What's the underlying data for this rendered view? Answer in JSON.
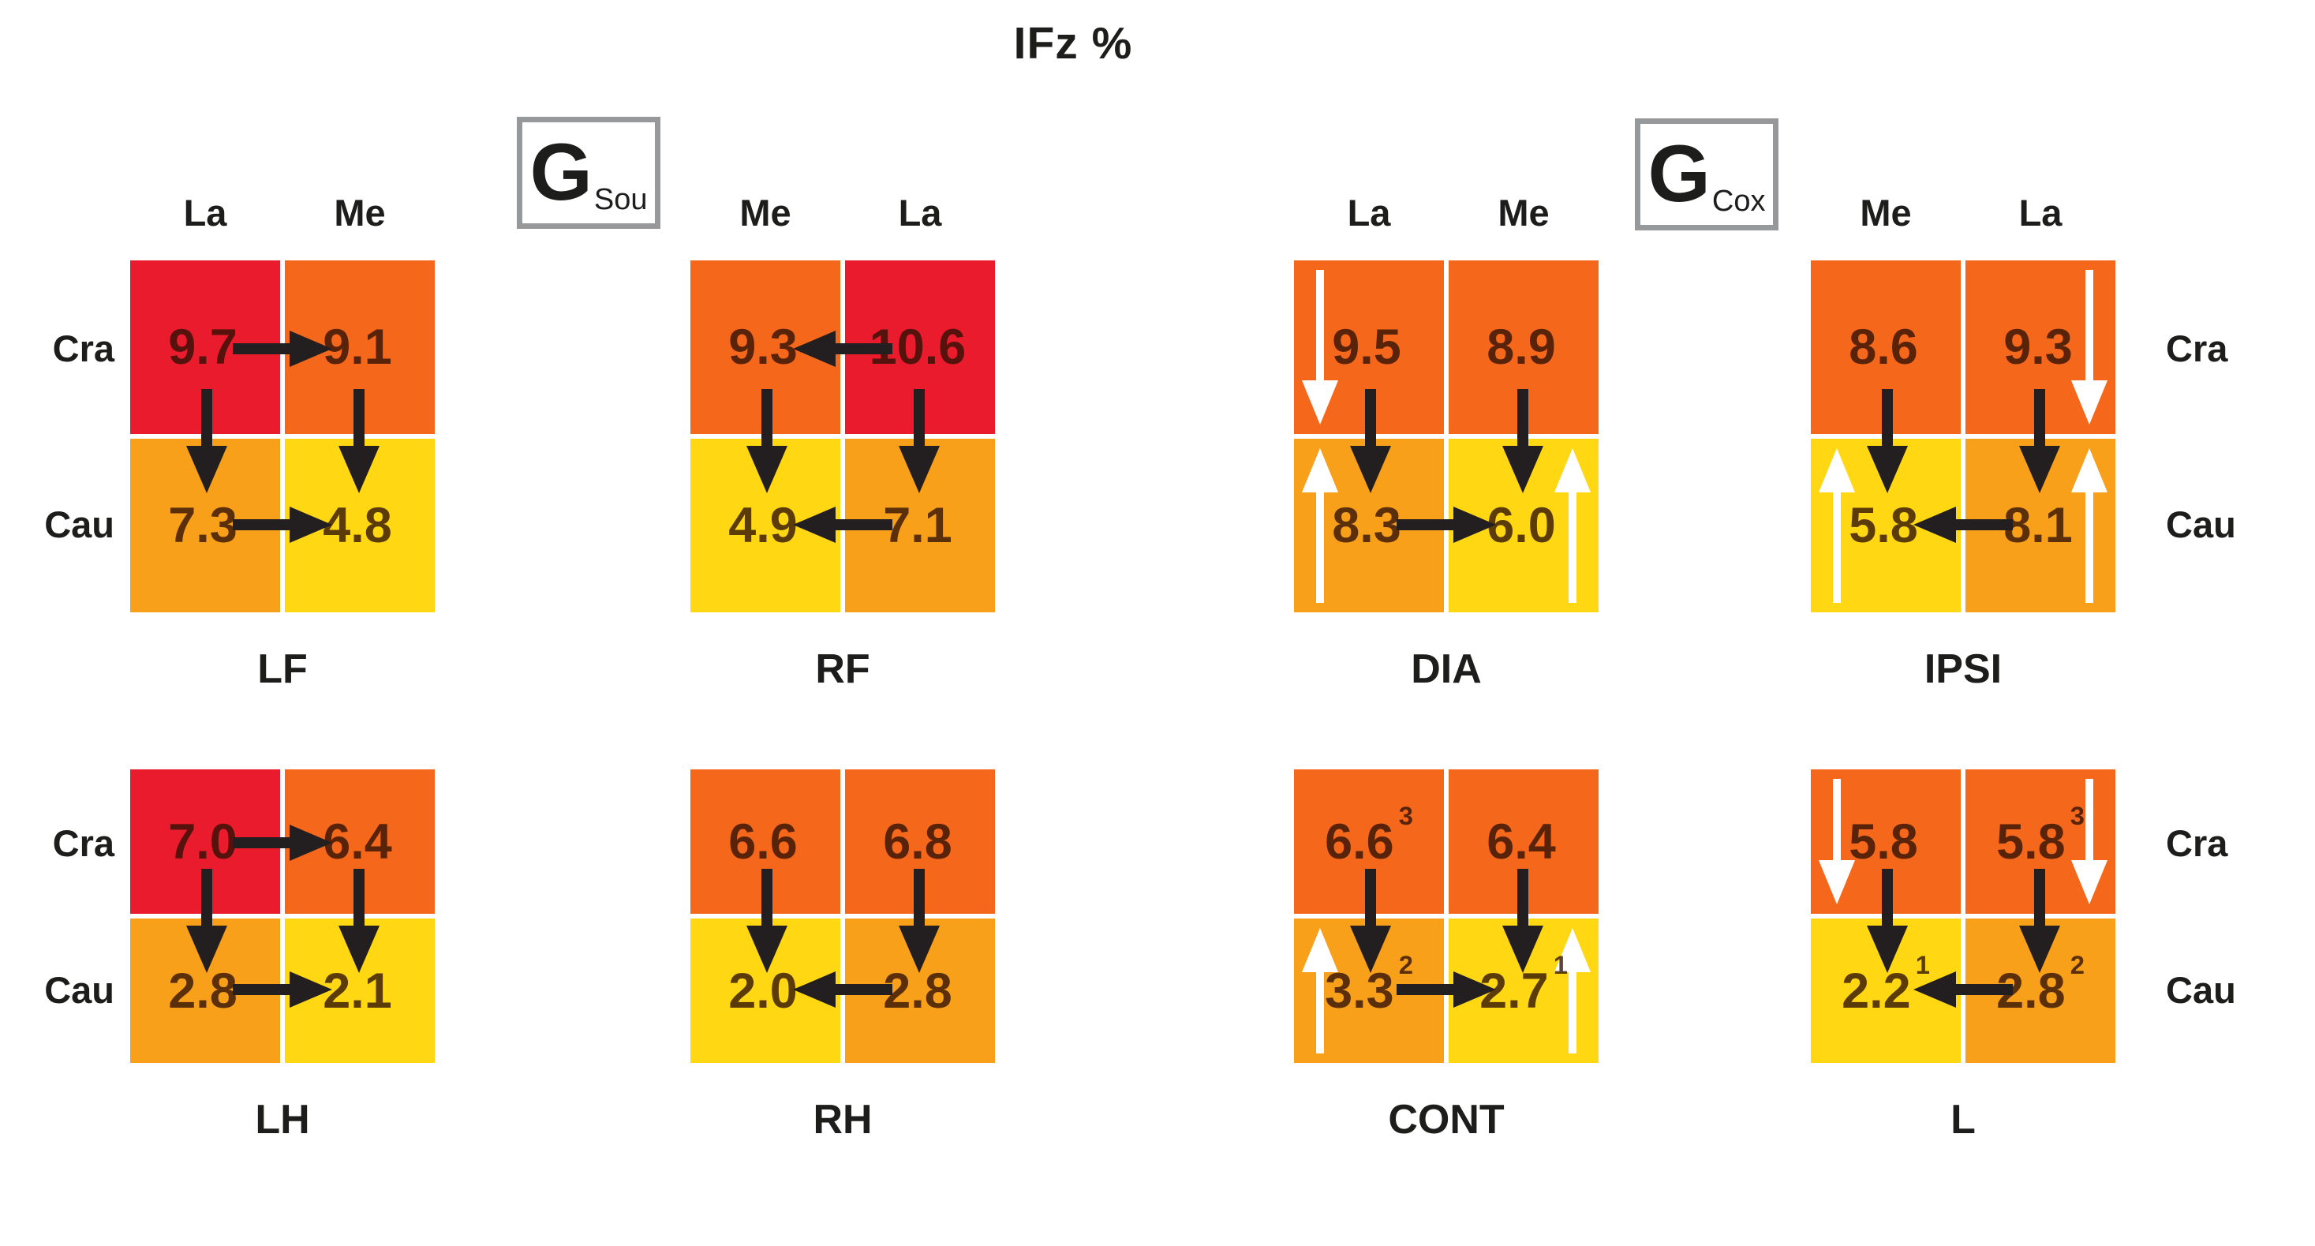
{
  "title": "IFz %",
  "row_labels": {
    "cra": "Cra",
    "cau": "Cau"
  },
  "group_boxes": {
    "sou": {
      "symbol": "G",
      "subscript": "Sou"
    },
    "cox": {
      "symbol": "G",
      "subscript": "Cox"
    }
  },
  "colors": {
    "red": "#E91B2C",
    "orange": "#F5681C",
    "amber": "#F9A01B",
    "yellow": "#FFD713",
    "black_arrow": "#231F20",
    "white_arrow": "#FFFFFF"
  },
  "panels": [
    {
      "name": "LF",
      "columns": [
        "La",
        "Me"
      ],
      "arrows": {
        "top": "dir-right",
        "bottom": "dir-right"
      },
      "cells": [
        {
          "value": "9.7",
          "sup": "",
          "color": "#E91B2C",
          "white_arrow": null
        },
        {
          "value": "9.1",
          "sup": "",
          "color": "#F5681C",
          "white_arrow": null
        },
        {
          "value": "7.3",
          "sup": "",
          "color": "#F9A01B",
          "white_arrow": null
        },
        {
          "value": "4.8",
          "sup": "",
          "color": "#FFD713",
          "white_arrow": null
        }
      ]
    },
    {
      "name": "RF",
      "columns": [
        "Me",
        "La"
      ],
      "arrows": {
        "top": "dir-left",
        "bottom": "dir-left"
      },
      "cells": [
        {
          "value": "9.3",
          "sup": "",
          "color": "#F5681C",
          "white_arrow": null
        },
        {
          "value": "10.6",
          "sup": "",
          "color": "#E91B2C",
          "white_arrow": null
        },
        {
          "value": "4.9",
          "sup": "",
          "color": "#FFD713",
          "white_arrow": null
        },
        {
          "value": "7.1",
          "sup": "",
          "color": "#F9A01B",
          "white_arrow": null
        }
      ]
    },
    {
      "name": "DIA",
      "columns": [
        "La",
        "Me"
      ],
      "arrows": {
        "top": null,
        "bottom": "dir-right"
      },
      "cells": [
        {
          "value": "9.5",
          "sup": "",
          "color": "#F5681C",
          "white_arrow": "wa-down side-left"
        },
        {
          "value": "8.9",
          "sup": "",
          "color": "#F5681C",
          "white_arrow": null
        },
        {
          "value": "8.3",
          "sup": "",
          "color": "#F9A01B",
          "white_arrow": "wa-up side-left"
        },
        {
          "value": "6.0",
          "sup": "",
          "color": "#FFD713",
          "white_arrow": "wa-up side-right"
        }
      ]
    },
    {
      "name": "IPSI",
      "columns": [
        "Me",
        "La"
      ],
      "arrows": {
        "top": null,
        "bottom": "dir-left"
      },
      "cells": [
        {
          "value": "8.6",
          "sup": "",
          "color": "#F5681C",
          "white_arrow": null
        },
        {
          "value": "9.3",
          "sup": "",
          "color": "#F5681C",
          "white_arrow": "wa-down side-right"
        },
        {
          "value": "5.8",
          "sup": "",
          "color": "#FFD713",
          "white_arrow": "wa-up side-left"
        },
        {
          "value": "8.1",
          "sup": "",
          "color": "#F9A01B",
          "white_arrow": "wa-up side-right"
        }
      ]
    },
    {
      "name": "LH",
      "arrows": {
        "top": "dir-right",
        "bottom": "dir-right"
      },
      "cells": [
        {
          "value": "7.0",
          "sup": "",
          "color": "#E91B2C",
          "white_arrow": null
        },
        {
          "value": "6.4",
          "sup": "",
          "color": "#F5681C",
          "white_arrow": null
        },
        {
          "value": "2.8",
          "sup": "",
          "color": "#F9A01B",
          "white_arrow": null
        },
        {
          "value": "2.1",
          "sup": "",
          "color": "#FFD713",
          "white_arrow": null
        }
      ]
    },
    {
      "name": "RH",
      "arrows": {
        "top": null,
        "bottom": "dir-left"
      },
      "cells": [
        {
          "value": "6.6",
          "sup": "",
          "color": "#F5681C",
          "white_arrow": null
        },
        {
          "value": "6.8",
          "sup": "",
          "color": "#F5681C",
          "white_arrow": null
        },
        {
          "value": "2.0",
          "sup": "",
          "color": "#FFD713",
          "white_arrow": null
        },
        {
          "value": "2.8",
          "sup": "",
          "color": "#F9A01B",
          "white_arrow": null
        }
      ]
    },
    {
      "name": "CONT",
      "arrows": {
        "top": null,
        "bottom": "dir-right"
      },
      "cells": [
        {
          "value": "6.6",
          "sup": "3",
          "color": "#F5681C",
          "white_arrow": null
        },
        {
          "value": "6.4",
          "sup": "",
          "color": "#F5681C",
          "white_arrow": null
        },
        {
          "value": "3.3",
          "sup": "2",
          "color": "#F9A01B",
          "white_arrow": "wa-up side-left"
        },
        {
          "value": "2.7",
          "sup": "1",
          "color": "#FFD713",
          "white_arrow": "wa-up side-right"
        }
      ]
    },
    {
      "name": "L",
      "arrows": {
        "top": null,
        "bottom": "dir-left"
      },
      "cells": [
        {
          "value": "5.8",
          "sup": "",
          "color": "#F5681C",
          "white_arrow": "wa-down side-left"
        },
        {
          "value": "5.8",
          "sup": "3",
          "color": "#F5681C",
          "white_arrow": "wa-down side-right"
        },
        {
          "value": "2.2",
          "sup": "1",
          "color": "#FFD713",
          "white_arrow": null
        },
        {
          "value": "2.8",
          "sup": "2",
          "color": "#F9A01B",
          "white_arrow": null
        }
      ]
    }
  ],
  "chart_data": {
    "type": "heatmap",
    "title": "IFz %",
    "units": "%",
    "row_labels": [
      "Cra",
      "Cau"
    ],
    "groups": [
      {
        "label": "G",
        "subscript": "Sou",
        "applies_near": [
          "LF",
          "RF"
        ]
      },
      {
        "label": "G",
        "subscript": "Cox",
        "applies_near": [
          "DIA",
          "IPSI"
        ]
      }
    ],
    "panels": [
      {
        "name": "LF",
        "columns": [
          "La",
          "Me"
        ],
        "rows": [
          "Cra",
          "Cau"
        ],
        "values": [
          [
            9.7,
            9.1
          ],
          [
            7.3,
            4.8
          ]
        ],
        "black_arrows": [
          "Cra: La→Me",
          "La: Cra→Cau",
          "Me: Cra→Cau",
          "Cau: La→Me"
        ],
        "white_arrows": []
      },
      {
        "name": "RF",
        "columns": [
          "Me",
          "La"
        ],
        "rows": [
          "Cra",
          "Cau"
        ],
        "values": [
          [
            9.3,
            10.6
          ],
          [
            4.9,
            7.1
          ]
        ],
        "black_arrows": [
          "Cra: La→Me",
          "Me: Cra→Cau",
          "La: Cra→Cau",
          "Cau: La→Me"
        ],
        "white_arrows": []
      },
      {
        "name": "DIA",
        "columns": [
          "La",
          "Me"
        ],
        "rows": [
          "Cra",
          "Cau"
        ],
        "values": [
          [
            9.5,
            8.9
          ],
          [
            8.3,
            6.0
          ]
        ],
        "black_arrows": [
          "La: Cra→Cau",
          "Me: Cra→Cau",
          "Cau: La→Me"
        ],
        "white_arrows": [
          "Cra-La: down",
          "Cau-La: up",
          "Cau-Me: up"
        ]
      },
      {
        "name": "IPSI",
        "columns": [
          "Me",
          "La"
        ],
        "rows": [
          "Cra",
          "Cau"
        ],
        "values": [
          [
            8.6,
            9.3
          ],
          [
            5.8,
            8.1
          ]
        ],
        "black_arrows": [
          "Me: Cra→Cau",
          "La: Cra→Cau",
          "Cau: La→Me"
        ],
        "white_arrows": [
          "Cra-La: down",
          "Cau-Me: up",
          "Cau-La: up"
        ]
      },
      {
        "name": "LH",
        "columns": [
          "La",
          "Me"
        ],
        "rows": [
          "Cra",
          "Cau"
        ],
        "values": [
          [
            7.0,
            6.4
          ],
          [
            2.8,
            2.1
          ]
        ],
        "black_arrows": [
          "Cra: La→Me",
          "La: Cra→Cau",
          "Me: Cra→Cau",
          "Cau: La→Me"
        ],
        "white_arrows": []
      },
      {
        "name": "RH",
        "columns": [
          "Me",
          "La"
        ],
        "rows": [
          "Cra",
          "Cau"
        ],
        "values": [
          [
            6.6,
            6.8
          ],
          [
            2.0,
            2.8
          ]
        ],
        "black_arrows": [
          "Me: Cra→Cau",
          "La: Cra→Cau",
          "Cau: La→Me"
        ],
        "white_arrows": []
      },
      {
        "name": "CONT",
        "columns": [
          "La",
          "Me"
        ],
        "rows": [
          "Cra",
          "Cau"
        ],
        "values": [
          [
            6.6,
            6.4
          ],
          [
            3.3,
            2.7
          ]
        ],
        "superscripts": [
          [
            "3",
            ""
          ],
          [
            "2",
            "1"
          ]
        ],
        "black_arrows": [
          "La: Cra→Cau",
          "Me: Cra→Cau",
          "Cau: La→Me"
        ],
        "white_arrows": [
          "Cau-La: up",
          "Cau-Me: up"
        ]
      },
      {
        "name": "L",
        "columns": [
          "Me",
          "La"
        ],
        "rows": [
          "Cra",
          "Cau"
        ],
        "values": [
          [
            5.8,
            5.8
          ],
          [
            2.2,
            2.8
          ]
        ],
        "superscripts": [
          [
            "",
            "3"
          ],
          [
            "1",
            "2"
          ]
        ],
        "black_arrows": [
          "Me: Cra→Cau",
          "La: Cra→Cau",
          "Cau: La→Me"
        ],
        "white_arrows": [
          "Cra-Me: down",
          "Cra-La: down"
        ]
      }
    ],
    "color_scale": {
      "red": "#E91B2C",
      "orange": "#F5681C",
      "amber": "#F9A01B",
      "yellow": "#FFD713"
    },
    "legend_position": "none",
    "grid": false
  }
}
